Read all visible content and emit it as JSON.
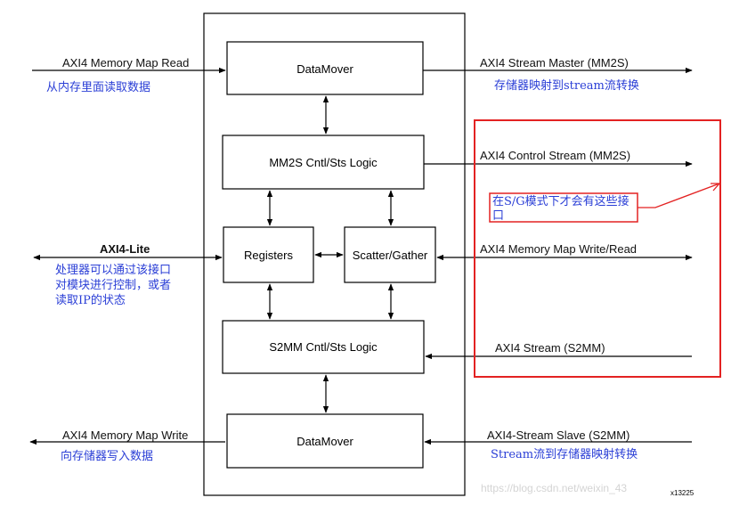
{
  "blocks": {
    "datamover_top": "DataMover",
    "mm2s_logic": "MM2S Cntl/Sts Logic",
    "registers": "Registers",
    "scatter_gather": "Scatter/Gather",
    "s2mm_logic": "S2MM Cntl/Sts Logic",
    "datamover_bottom": "DataMover"
  },
  "left_labels": {
    "mm_read": "AXI4 Memory Map Read",
    "mm_read_cn": "从内存里面读取数据",
    "axi_lite": "AXI4-Lite",
    "axi_lite_cn": [
      "处理器可以通过该接口",
      "对模块进行控制，或者",
      "读取IP的状态"
    ],
    "mm_write": "AXI4 Memory Map Write",
    "mm_write_cn": "向存储器写入数据"
  },
  "right_labels": {
    "stream_master": "AXI4 Stream Master (MM2S)",
    "stream_master_cn": "存储器映射到stream流转换",
    "control_stream": "AXI4 Control Stream (MM2S)",
    "mm_write_read": "AXI4 Memory Map Write/Read",
    "stream_s2mm": "AXI4 Stream (S2MM)",
    "stream_slave": "AXI4-Stream Slave (S2MM)",
    "stream_slave_cn": "Stream流到存储器映射转换"
  },
  "annotation": {
    "note": "在S/G模式下才会有这些接口"
  },
  "figure_id": "x13225",
  "watermark": "https://blog.csdn.net/weixin_43"
}
